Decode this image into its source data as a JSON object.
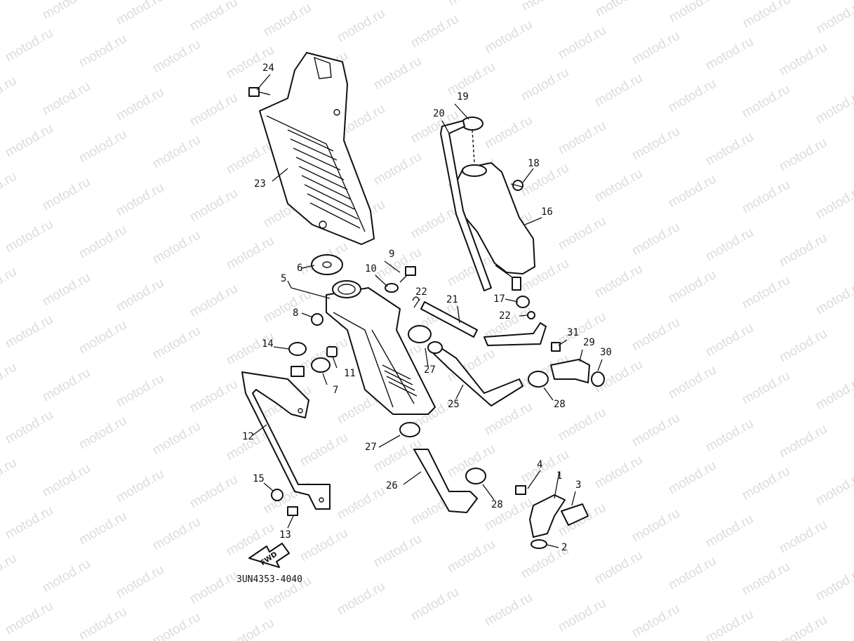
{
  "watermark": "motod.ru",
  "drawing_code": "3UN4353-4040",
  "fwd_label": "FWD",
  "callouts": {
    "c1": "1",
    "c2": "2",
    "c3": "3",
    "c4": "4",
    "c5": "5",
    "c6": "6",
    "c7": "7",
    "c8": "8",
    "c9": "9",
    "c10": "10",
    "c11": "11",
    "c12": "12",
    "c13": "13",
    "c14": "14",
    "c15": "15",
    "c16": "16",
    "c17": "17",
    "c18": "18",
    "c19": "19",
    "c20": "20",
    "c21": "21",
    "c22a": "22",
    "c22b": "22",
    "c23": "23",
    "c24": "24",
    "c25": "25",
    "c26": "26",
    "c27a": "27",
    "c27b": "27",
    "c28a": "28",
    "c28b": "28",
    "c29": "29",
    "c30": "30",
    "c31": "31"
  }
}
